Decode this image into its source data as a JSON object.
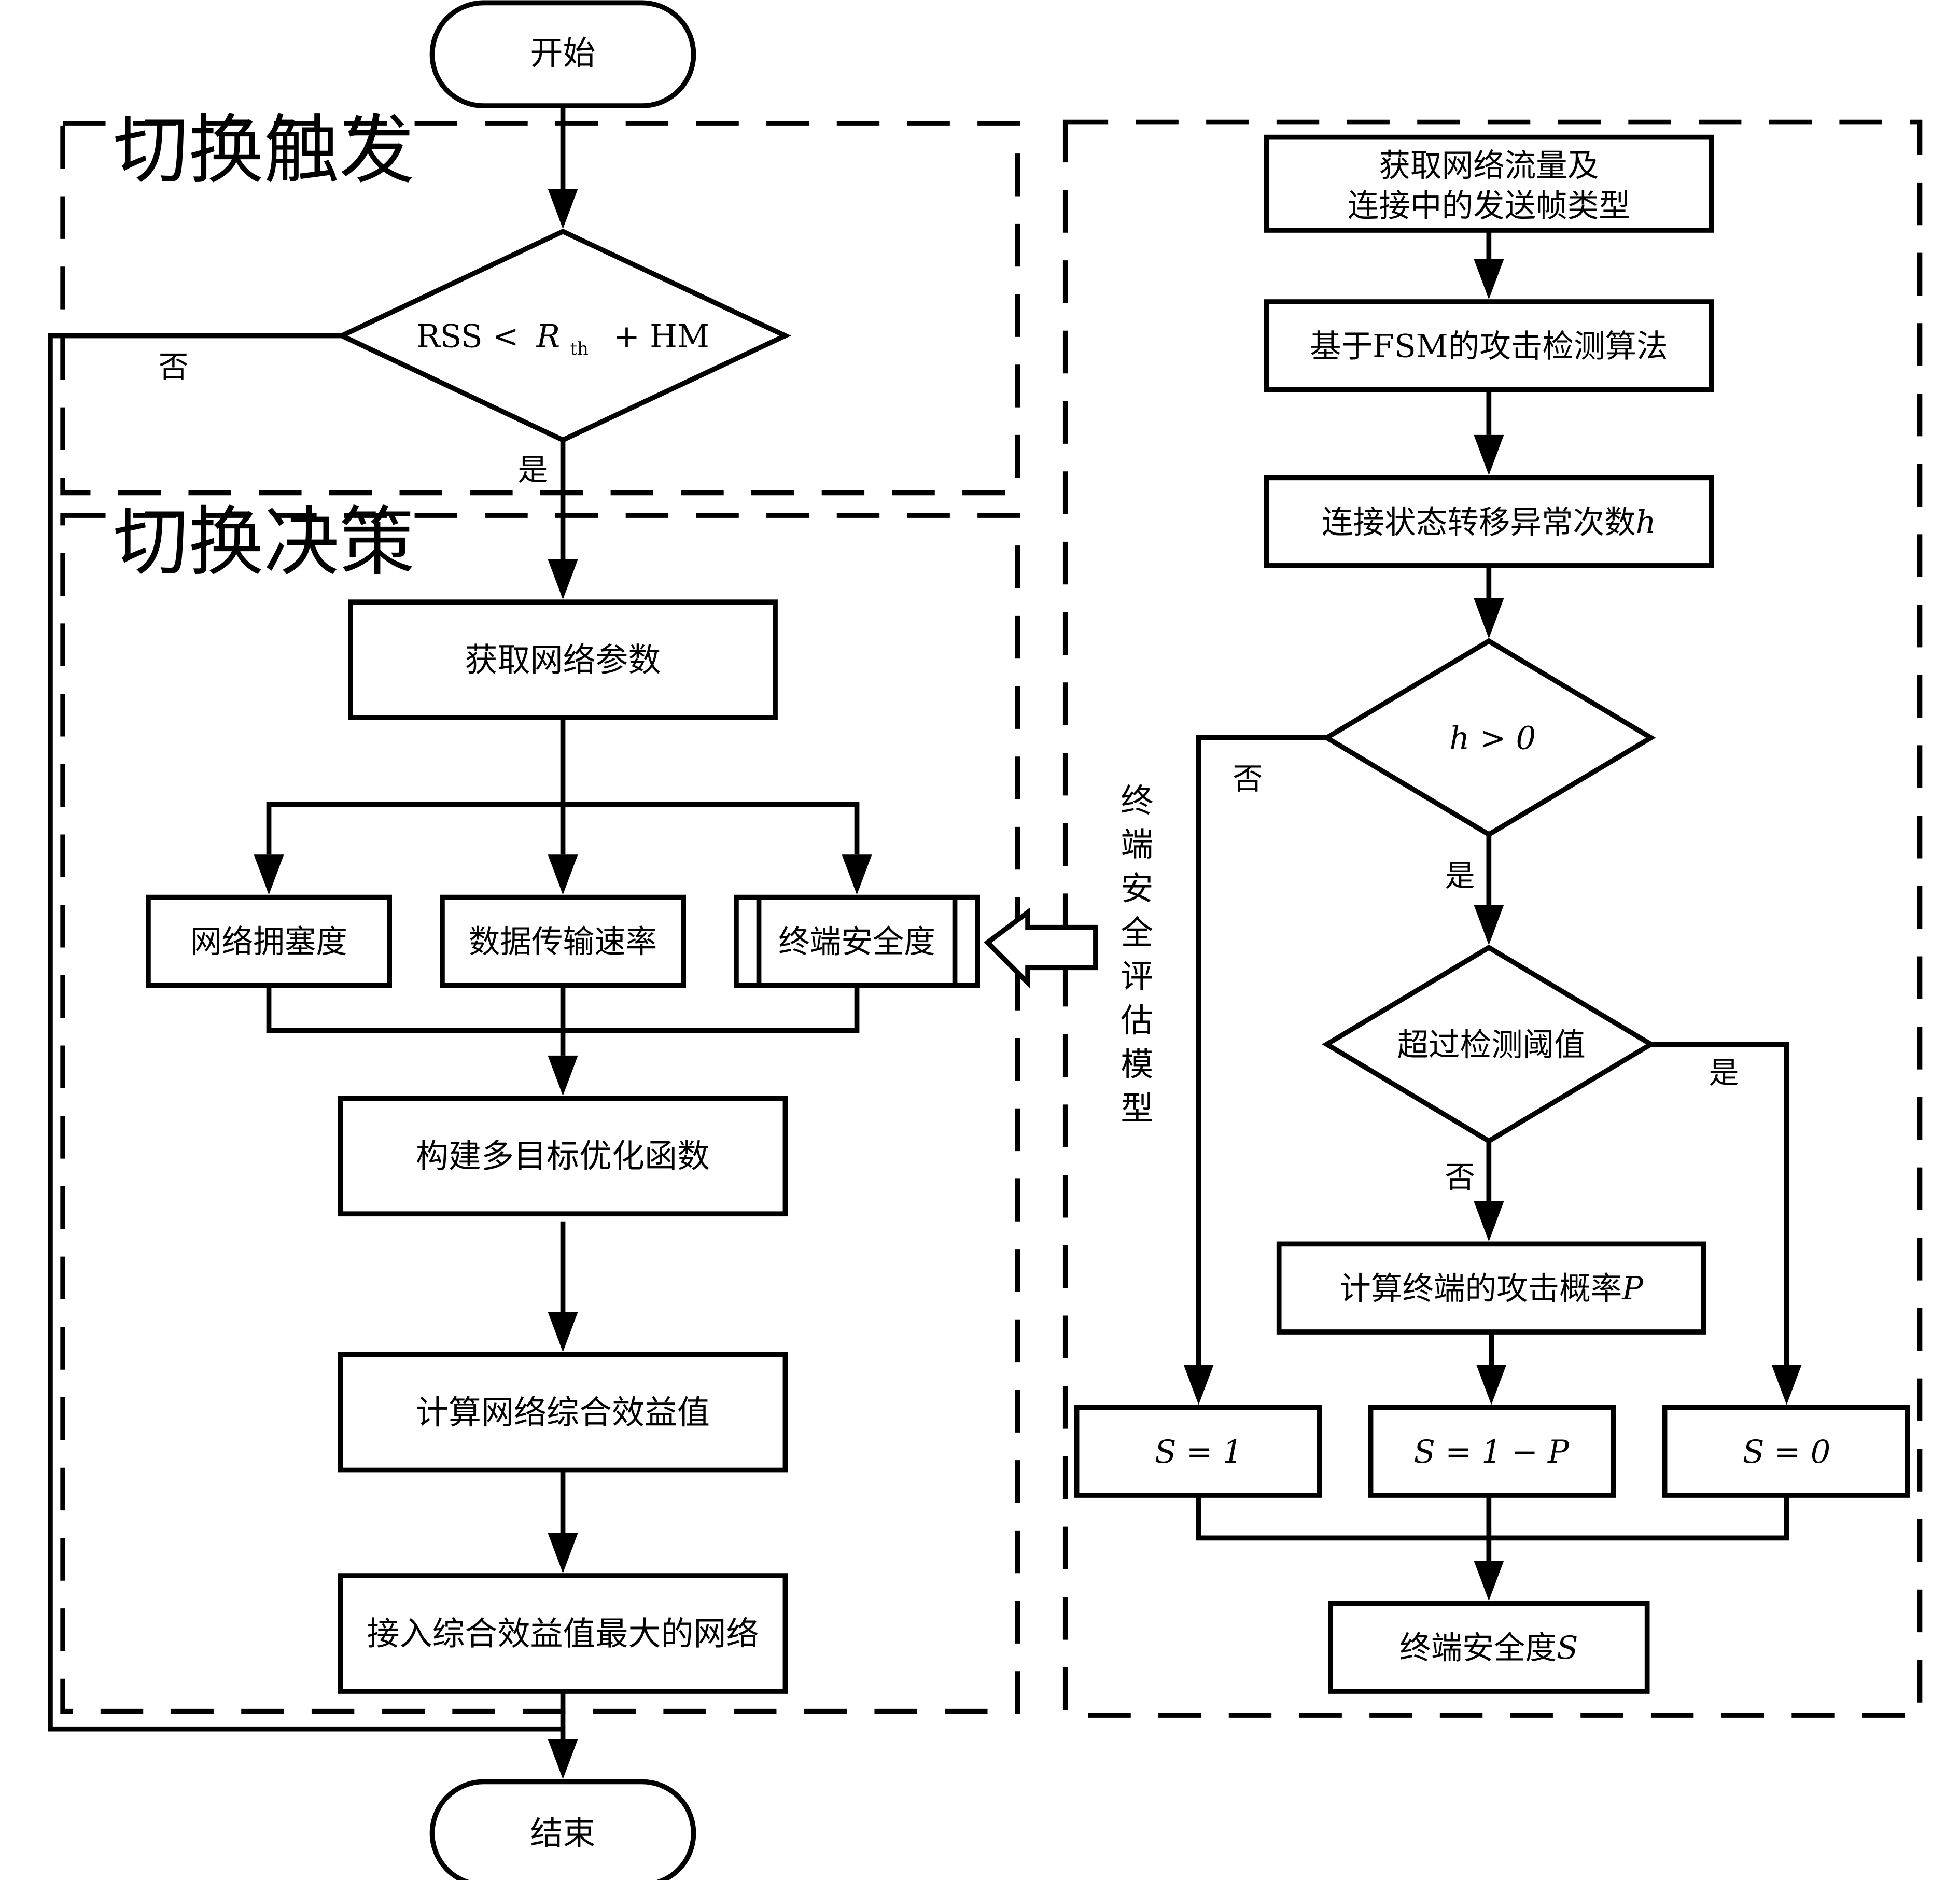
{
  "terminals": {
    "start": "开始",
    "end": "结束"
  },
  "regions": {
    "trigger": "切换触发",
    "decision": "切换决策"
  },
  "trigger": {
    "condition": {
      "prefix": "RSS <",
      "symbol": "R",
      "subscript": "th",
      "suffix": "+ HM"
    },
    "no_label": "否",
    "yes_label": "是"
  },
  "decision": {
    "get_params": "获取网络参数",
    "congestion": "网络拥塞度",
    "rate": "数据传输速率",
    "security": "终端安全度",
    "build_function": "构建多目标优化函数",
    "compute_benefit": "计算网络综合效益值",
    "access": "接入综合效益值最大的网络"
  },
  "model_label": [
    "终",
    "端",
    "安",
    "全",
    "评",
    "估",
    "模",
    "型"
  ],
  "security_model": {
    "get_traffic": [
      "获取网络流量及",
      "连接中的发送帧类型"
    ],
    "fsm_detect": "基于FSM的攻击检测算法",
    "abnormal_count": {
      "text": "连接状态转移异常次数",
      "symbol": "h"
    },
    "cond_h": "h > 0",
    "cond_h_no": "否",
    "cond_h_yes": "是",
    "cond_threshold": "超过检测阈值",
    "threshold_yes": "是",
    "threshold_no": "否",
    "attack_prob": {
      "text": "计算终端的攻击概率",
      "symbol": "P"
    },
    "s_one": "S = 1",
    "s_one_minus_p": "S = 1 − P",
    "s_zero": "S = 0",
    "security_degree": {
      "text": "终端安全度",
      "symbol": "S"
    }
  }
}
